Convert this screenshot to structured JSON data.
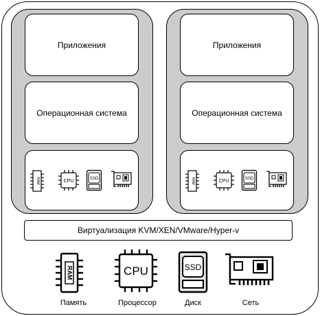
{
  "vms": [
    {
      "apps_label": "Приложения",
      "os_label": "Операционная система"
    },
    {
      "apps_label": "Приложения",
      "os_label": "Операционная система"
    }
  ],
  "hypervisor_label": "Виртуализация KVM/XEN/VMware/Hyper-v",
  "hardware": {
    "ram_text": "RAM",
    "cpu_text": "CPU",
    "ssd_text": "SSD",
    "labels": {
      "memory": "Память",
      "cpu": "Процессор",
      "disk": "Диск",
      "network": "Сеть"
    }
  }
}
